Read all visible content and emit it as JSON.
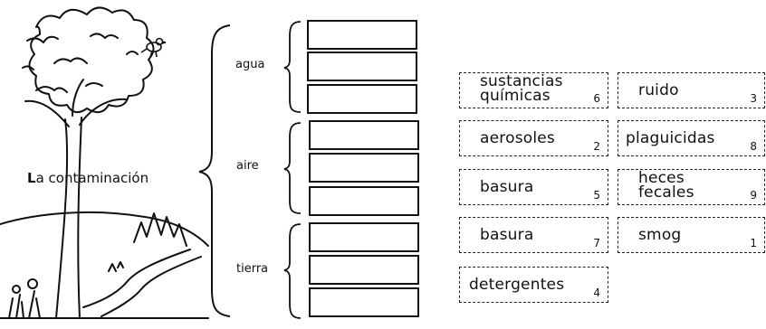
{
  "worksheet": {
    "title_first_letter": "L",
    "title_rest": "a contaminación",
    "categories": [
      "agua",
      "aire",
      "tierra"
    ],
    "cards": [
      {
        "lines": [
          "sustancias",
          "químicas"
        ],
        "number": "6"
      },
      {
        "lines": [
          "ruido"
        ],
        "number": "3"
      },
      {
        "lines": [
          "aerosoles"
        ],
        "number": "2"
      },
      {
        "lines": [
          "plaguicidas"
        ],
        "number": "8"
      },
      {
        "lines": [
          "basura"
        ],
        "number": "5"
      },
      {
        "lines": [
          "heces",
          "fecales"
        ],
        "number": "9"
      },
      {
        "lines": [
          "basura"
        ],
        "number": "7"
      },
      {
        "lines": [
          "smog"
        ],
        "number": "1"
      },
      {
        "lines": [
          "detergentes"
        ],
        "number": "4"
      }
    ]
  }
}
